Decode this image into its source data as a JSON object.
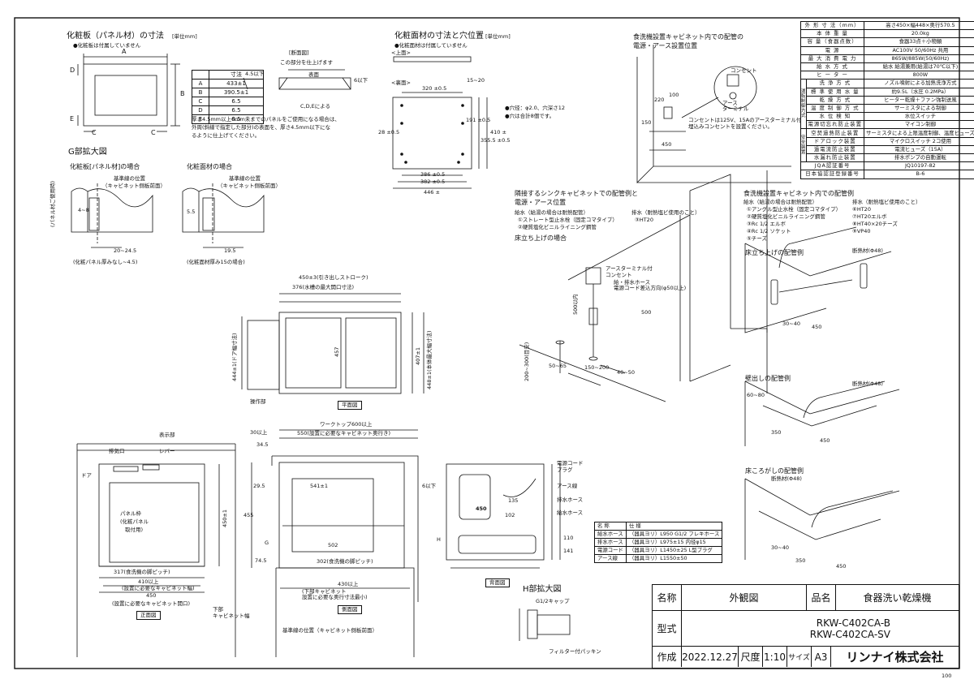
{
  "page": {
    "corner_code": "100"
  },
  "panel_board": {
    "title": "化粧板（パネル材）の寸法",
    "unit": "[単位mm]",
    "note_frame": "●化粧板は付属していません",
    "letters": {
      "A": "A",
      "B": "B",
      "C": "C",
      "D": "D",
      "E": "E"
    },
    "table_header": "寸法",
    "rows": [
      {
        "k": "A",
        "v": "433±1"
      },
      {
        "k": "B",
        "v": "390.5±1"
      },
      {
        "k": "C",
        "v": "6.5"
      },
      {
        "k": "D",
        "v": "6.5"
      },
      {
        "k": "E",
        "v": "8.5"
      }
    ],
    "section_label": "[断面図]",
    "section_note": "この部分を仕上げます",
    "surface_label": "表面",
    "dim_4_5": "4.5以下",
    "dim_6": "6以下",
    "cde_label": "C,D,Eによる",
    "note_lines": [
      "厚さ4.5mm以上6mm未までのパネルをご使用になる場合は、",
      "外周(斜線で指定した部分)の表面を、厚さ4.5mm以下にな",
      "るように仕上げてください。"
    ]
  },
  "g_detail": {
    "title": "G部拡大図",
    "panel_case": "化粧板[パネル材]の場合",
    "facing_case": "化粧面材の場合",
    "ref_line_1": "基準線の位置",
    "ref_line_2": "（キャビネット側板前面）",
    "dim_4_8": "4~8",
    "dim_20_24": "20~24.5",
    "dim_5_5": "5.5",
    "dim_19_5": "19.5",
    "vert_label": "(パネル材ご使用時)",
    "note_left": "(化粧パネル厚みなし~4.5)",
    "note_right": "(化粧面材厚み15の場合)"
  },
  "facing_material": {
    "title": "化粧面材の寸法と穴位置",
    "unit": "[単位mm]",
    "note_frame": "●化粧面材は付属していません",
    "top_label": "<上面>",
    "back_label": "<裏面>",
    "dims": {
      "d320": "320 ±0.5",
      "d15_20": "15~20",
      "d191": "191 ±0.5",
      "d28": "28 ±0.5",
      "d355": "355.5 ±0.5",
      "d410": "410 ±",
      "d386": "386 ±0.5",
      "d382": "382 ±0.5",
      "d446": "446 ±"
    },
    "hole_note_1": "●穴径：φ2.0、穴深さ12",
    "hole_note_2": "●穴は合計8個です。"
  },
  "install_top": {
    "title_1": "食洗機設置キャビネット内での配管の",
    "title_2": "電源・アース設置位置",
    "outlet_label": "コンセント",
    "earth_label": "アース",
    "terminal_label": "ターミナル",
    "dim_450": "450",
    "dim_220": "220",
    "dim_100": "100",
    "dim_150": "150",
    "note_1": "コンセントは125V、15Aのアースターミナル付",
    "note_2": "埋込みコンセントを設置ください。"
  },
  "spec": {
    "rows": [
      {
        "k": "外 形 寸 法（mm）",
        "v": "高さ450×幅448×奥行570.5"
      },
      {
        "k": "本 体 重 量",
        "v": "20.0kg"
      },
      {
        "k": "容 量（食器点数）",
        "v": "食器33点＋小物類"
      },
      {
        "k": "電 源",
        "v": "AC100V 50/60Hz 共用"
      },
      {
        "k": "最 大 消 費 電 力",
        "v": "865W/885W(50/60Hz)"
      },
      {
        "k": "給 水 方 式",
        "v": "給水 給湯兼用(給湯は70℃以下)"
      },
      {
        "k": "ヒ ー タ ー",
        "v": "800W"
      },
      {
        "k": "洗 浄 方 式",
        "v": "ノズル噴射による加熱洗浄方式"
      },
      {
        "k": "標 準 使 用 水 量",
        "v": "約9.5L（水圧 0.2MPa）"
      },
      {
        "k": "乾 燥 方 式",
        "v": "ヒーター乾燥＋ファン強制送風"
      },
      {
        "k": "温 度 制 御 方 式",
        "v": "サーミスタによる制御"
      },
      {
        "k": "水 位 検 知",
        "v": "水位スイッチ"
      },
      {
        "k": "電源切忘れ防止装置",
        "v": "マイコン制御"
      },
      {
        "k": "空焚過熱防止装置",
        "v": "サーミスタによる上限温度制御、温度ヒューズ"
      },
      {
        "k": "ドアロック装置",
        "v": "マイクロスイッチ 2コ使用"
      },
      {
        "k": "過電流防止装置",
        "v": "電流ヒューズ（15A）"
      },
      {
        "k": "水漏れ防止装置",
        "v": "排水ポンプの自動運転"
      },
      {
        "k": "JQA認証番号",
        "v": "JQ10197-82"
      },
      {
        "k": "日本協認証登録番号",
        "v": "B-6"
      }
    ],
    "group_1": "運転制御方式",
    "group_2": "安全装置"
  },
  "sink_adjacent": {
    "title_1": "隣接するシンクキャビネットでの配管例と",
    "title_2": "電源・アース位置",
    "supply_title": "給水（給湯の場合は耐熱配管）",
    "drain_title": "排水（耐熱塩ビ使用のこと）",
    "items": [
      "①ストレート型止水栓（固定コマタイプ）",
      "②硬質塩化ビニルライニング鋼管",
      "③HT20"
    ],
    "floor_case": "床立ち上げの場合",
    "outlet_label_1": "アースターミナル付",
    "outlet_label_2": "コンセント",
    "cord_label_1": "給・排水ホース",
    "cord_label_2": "電源コード差込方向(φ50以上)",
    "dim_500_a": "500",
    "dim_500_b": "500以内",
    "dim_150_200": "150~200",
    "dim_40_50": "40~50",
    "dim_50_65": "50~65",
    "dim_200_300": "200~300(目安)"
  },
  "piping_examples": {
    "title": "食洗機設置キャビネット内での配管例",
    "supply_title": "給水（給湯の場合は耐熱配管）",
    "drain_title": "排水（耐熱塩ビ使用のこと）",
    "left_items": [
      "①アングル型止水栓（固定コマタイプ）",
      "②硬質塩化ビニルライニング鋼管",
      "③Rc 1/2 エルボ",
      "④Rc 1/2 ソケット",
      "⑤チーズ"
    ],
    "right_items": [
      "⑥HT20",
      "⑦HT20エルボ",
      "⑧HT40×20チーズ",
      "⑨VP40"
    ],
    "floor_up": "床立ち上げの配管例",
    "wall_out": "壁出しの配管例",
    "floor_roll": "床ころがしの配管例",
    "insulation": "断熱材(Φ48)",
    "dim_450": "450",
    "dim_350": "350",
    "dim_30_40": "30~40",
    "dim_60_80": "60~80"
  },
  "plan_view": {
    "dim_450_stroke": "450±3(引き出しストローク)",
    "dim_376": "376(水槽の最大開口寸法)",
    "dim_444": "444±1(ドア幅寸法)",
    "dim_448": "448±1(本体最大幅寸法)",
    "dim_407": "407±1",
    "dim_457": "457",
    "label_handle": "操作部",
    "label_view": "平面図"
  },
  "front_view": {
    "label_display": "表示部",
    "label_vent": "排気口",
    "label_lever": "レバー",
    "label_door": "ドア",
    "label_panel_1": "パネル枠",
    "label_panel_2": "(化粧パネル",
    "label_panel_3": "取付用)",
    "dim_450_h": "450±1",
    "dim_317": "317(食洗機の脚ピッチ)",
    "dim_410": "410以上",
    "dim_410_note": "(設置に必要なキャビネット幅)",
    "dim_450_w": "450",
    "dim_450_note": "(設置に必要なキャビネット開口)",
    "label_skirt_1": "下部",
    "label_skirt_2": "キャビネット幅",
    "label_view": "正面図"
  },
  "side_view": {
    "dim_worktop": "ワークトップ600以上",
    "dim_550": "550(設置に必要なキャビネット奥行き)",
    "dim_30": "30以上",
    "dim_34_5": "34.5",
    "dim_541": "541±1",
    "dim_29_5": "29.5",
    "dim_6": "6以下",
    "dim_455": "455",
    "dim_502": "502",
    "dim_302": "302(食洗機の脚ピッチ)",
    "dim_74_5": "74.5",
    "dim_430": "430以上",
    "note_bottom_1": "(下部キャビネット",
    "note_bottom_2": "設置に必要な奥行寸法最小)",
    "label_g": "G",
    "label_h": "H",
    "ref_line": "基準線の位置（キャビネット側板前面）",
    "label_view": "側面図"
  },
  "back_view": {
    "label_cord_1": "電源コード",
    "label_cord_2": "プラグ",
    "label_earth": "アース線",
    "label_drain": "排水ホース",
    "label_supply": "給水ホース",
    "dim_135": "135",
    "dim_102": "102",
    "dim_450": "450",
    "dim_141": "141",
    "dim_110": "110",
    "label_view": "背面図"
  },
  "parts": {
    "header_name": "名 称",
    "header_spec": "仕 様",
    "rows": [
      {
        "name": "給水ホース",
        "spec": "（器具ヨリ）L950 G1/2 フレキホース"
      },
      {
        "name": "排水ホース",
        "spec": "（器具ヨリ）L975±15 内径φ15"
      },
      {
        "name": "電源コード",
        "spec": "（器具ヨリ）L1450±25 L型プラグ"
      },
      {
        "name": "アース線",
        "spec": "（器具ヨリ）L1550±50"
      }
    ]
  },
  "h_detail": {
    "title": "H部拡大図",
    "cap": "G1/2キャップ",
    "packing": "フィルター付パッキン"
  },
  "title_block": {
    "name_label": "名称",
    "name_value": "外観図",
    "product_label": "品名",
    "product_value": "食器洗い乾燥機",
    "model_label": "型式",
    "model_1": "RKW-C402CA-B",
    "model_2": "RKW-C402CA-SV",
    "made_label": "作成",
    "date": "2022.12.27",
    "scale_label": "尺度",
    "scale": "1:10",
    "size_label": "サイズ",
    "size": "A3",
    "company": "リンナイ株式会社"
  }
}
